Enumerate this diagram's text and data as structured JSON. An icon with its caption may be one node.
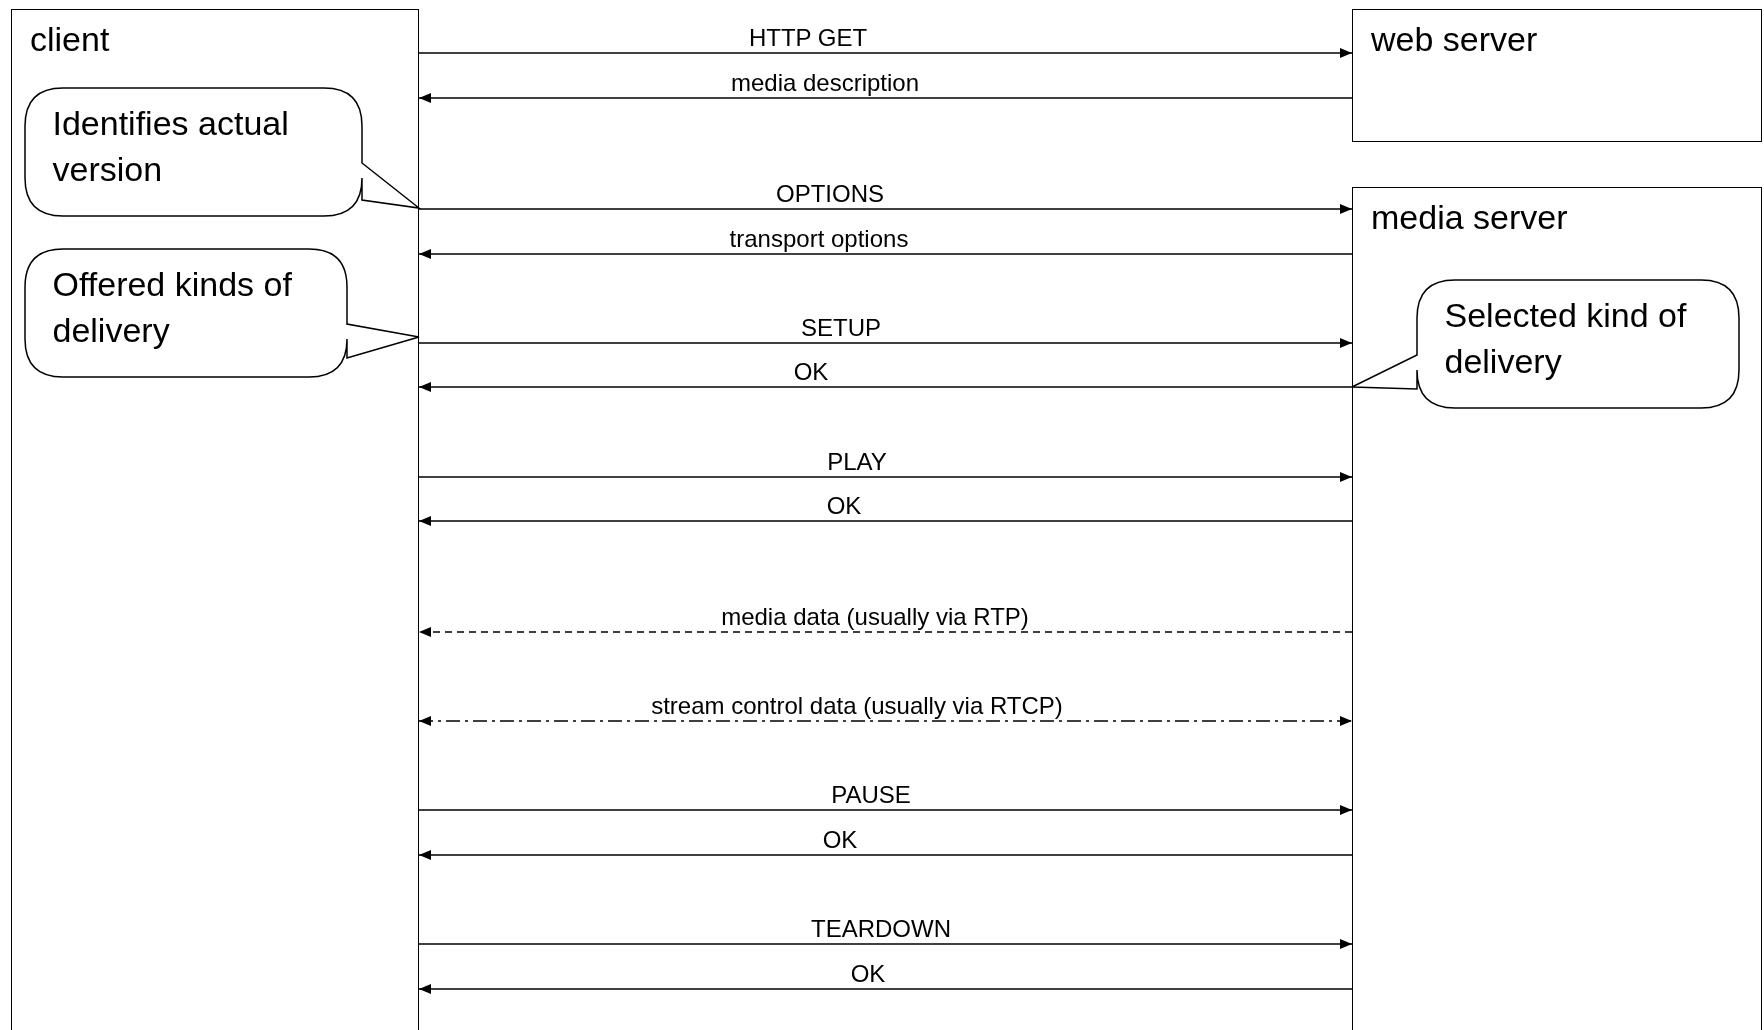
{
  "diagram": {
    "nodes": [
      {
        "text": [
          "client"
        ]
      },
      {
        "text": [
          "web server"
        ]
      },
      {
        "text": [
          "Identifies actual version"
        ],
        "in": 0
      },
      {
        "text": [
          "media server"
        ]
      },
      {
        "text": [
          "Offered kinds of delivery"
        ],
        "in": 0
      },
      {
        "text": [
          "Selected kind of delivery"
        ],
        "in": 3
      }
    ],
    "edges": [
      {
        "from": 0,
        "to": 1,
        "arrow": "to",
        "label": "HTTP GET"
      },
      {
        "from": 1,
        "to": 0,
        "arrow": "to",
        "label": "media description"
      },
      {
        "from": 0,
        "to": 3,
        "arrow": "to",
        "label": "OPTIONS"
      },
      {
        "from": 3,
        "to": 0,
        "arrow": "to",
        "label": "transport options"
      },
      {
        "from": 0,
        "to": 3,
        "arrow": "to",
        "label": "SETUP"
      },
      {
        "from": 3,
        "to": 0,
        "arrow": "to",
        "label": "OK"
      },
      {
        "from": 0,
        "to": 3,
        "arrow": "to",
        "label": "PLAY"
      },
      {
        "from": 3,
        "to": 0,
        "arrow": "to",
        "label": "OK"
      },
      {
        "from": 3,
        "to": 0,
        "arrow": "to",
        "label": "media data (usually via RTP)",
        "style": "dashed"
      },
      {
        "from": 0,
        "to": 3,
        "arrow": "both",
        "label": "stream control data (usually via RTCP)",
        "style": "dashed"
      },
      {
        "from": 0,
        "to": 3,
        "arrow": "to",
        "label": "PAUSE"
      },
      {
        "from": 3,
        "to": 0,
        "arrow": "to",
        "label": "OK"
      },
      {
        "from": 0,
        "to": 3,
        "arrow": "to",
        "label": "TEARDOWN"
      },
      {
        "from": 3,
        "to": 0,
        "arrow": "to",
        "label": "OK"
      }
    ]
  }
}
